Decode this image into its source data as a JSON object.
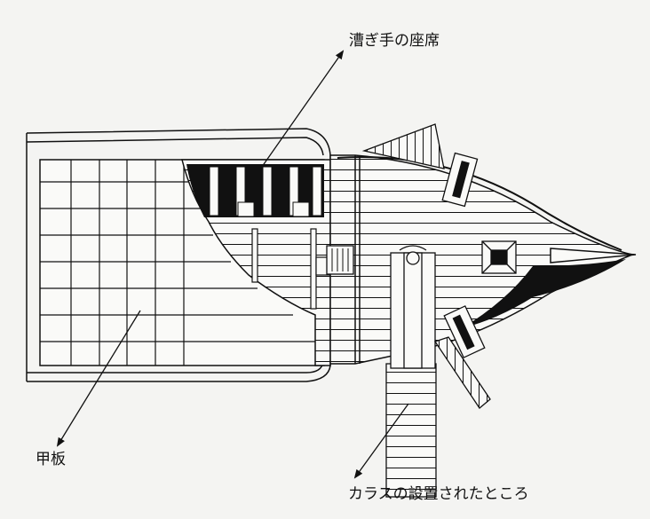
{
  "labels": {
    "rower_seats": "漕ぎ手の座席",
    "deck": "甲板",
    "corvus_location": "カラスの設置されたところ"
  },
  "colors": {
    "background": "#f4f4f2",
    "ink": "#111111",
    "paper": "#fafaf8"
  }
}
